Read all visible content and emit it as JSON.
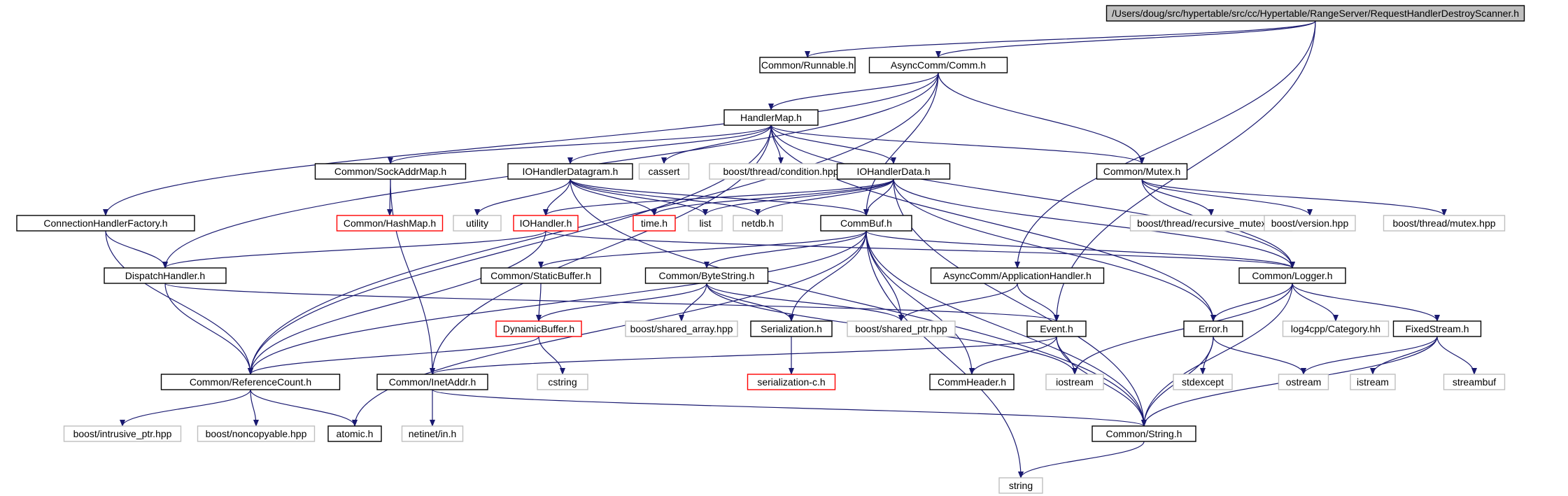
{
  "colors": {
    "edge": "#191970",
    "root_fill": "#bfbfbf",
    "local_border": "#000000",
    "system_border": "#bfbfbf",
    "system_text": "#808080",
    "undocumented_border": "#ff0000"
  },
  "nodes": [
    {
      "id": "root",
      "label": "/Users/doug/src/hypertable/src/cc/Hypertable/RangeServer/RequestHandlerDestroyScanner.h",
      "kind": "root"
    },
    {
      "id": "runnable",
      "label": "Common/Runnable.h",
      "kind": "local"
    },
    {
      "id": "comm",
      "label": "AsyncComm/Comm.h",
      "kind": "local"
    },
    {
      "id": "handlermap",
      "label": "HandlerMap.h",
      "kind": "local"
    },
    {
      "id": "sockaddrmap",
      "label": "Common/SockAddrMap.h",
      "kind": "local"
    },
    {
      "id": "iohdgram",
      "label": "IOHandlerDatagram.h",
      "kind": "local"
    },
    {
      "id": "cassert",
      "label": "cassert",
      "kind": "system"
    },
    {
      "id": "boostcond",
      "label": "boost/thread/condition.hpp",
      "kind": "system"
    },
    {
      "id": "iohdata",
      "label": "IOHandlerData.h",
      "kind": "local"
    },
    {
      "id": "mutex",
      "label": "Common/Mutex.h",
      "kind": "local"
    },
    {
      "id": "connhf",
      "label": "ConnectionHandlerFactory.h",
      "kind": "local"
    },
    {
      "id": "hashmap",
      "label": "Common/HashMap.h",
      "kind": "undocumented"
    },
    {
      "id": "utility",
      "label": "utility",
      "kind": "system"
    },
    {
      "id": "iohandler",
      "label": "IOHandler.h",
      "kind": "undocumented"
    },
    {
      "id": "timeh",
      "label": "time.h",
      "kind": "undocumented"
    },
    {
      "id": "list",
      "label": "list",
      "kind": "system"
    },
    {
      "id": "netdb",
      "label": "netdb.h",
      "kind": "system"
    },
    {
      "id": "commbuf",
      "label": "CommBuf.h",
      "kind": "local"
    },
    {
      "id": "recmutex",
      "label": "boost/thread/recursive_mutex.hpp",
      "kind": "system"
    },
    {
      "id": "boostver",
      "label": "boost/version.hpp",
      "kind": "system"
    },
    {
      "id": "boostmutex",
      "label": "boost/thread/mutex.hpp",
      "kind": "system"
    },
    {
      "id": "dispatch",
      "label": "DispatchHandler.h",
      "kind": "local"
    },
    {
      "id": "staticbuf",
      "label": "Common/StaticBuffer.h",
      "kind": "local"
    },
    {
      "id": "bytestring",
      "label": "Common/ByteString.h",
      "kind": "local"
    },
    {
      "id": "apphandler",
      "label": "AsyncComm/ApplicationHandler.h",
      "kind": "local"
    },
    {
      "id": "logger",
      "label": "Common/Logger.h",
      "kind": "local"
    },
    {
      "id": "dynbuf",
      "label": "DynamicBuffer.h",
      "kind": "undocumented"
    },
    {
      "id": "sharedarr",
      "label": "boost/shared_array.hpp",
      "kind": "system"
    },
    {
      "id": "serialization",
      "label": "Serialization.h",
      "kind": "local"
    },
    {
      "id": "sharedptr",
      "label": "boost/shared_ptr.hpp",
      "kind": "system"
    },
    {
      "id": "event",
      "label": "Event.h",
      "kind": "local"
    },
    {
      "id": "error",
      "label": "Error.h",
      "kind": "local"
    },
    {
      "id": "log4cpp",
      "label": "log4cpp/Category.hh",
      "kind": "system"
    },
    {
      "id": "fixedstream",
      "label": "FixedStream.h",
      "kind": "local"
    },
    {
      "id": "refcount",
      "label": "Common/ReferenceCount.h",
      "kind": "local"
    },
    {
      "id": "inetaddr",
      "label": "Common/InetAddr.h",
      "kind": "local"
    },
    {
      "id": "cstring",
      "label": "cstring",
      "kind": "system"
    },
    {
      "id": "serializationc",
      "label": "serialization-c.h",
      "kind": "undocumented"
    },
    {
      "id": "commheader",
      "label": "CommHeader.h",
      "kind": "local"
    },
    {
      "id": "iostream",
      "label": "iostream",
      "kind": "system"
    },
    {
      "id": "stdexcept",
      "label": "stdexcept",
      "kind": "system"
    },
    {
      "id": "ostream",
      "label": "ostream",
      "kind": "system"
    },
    {
      "id": "istream",
      "label": "istream",
      "kind": "system"
    },
    {
      "id": "streambuf",
      "label": "streambuf",
      "kind": "system"
    },
    {
      "id": "intrusive",
      "label": "boost/intrusive_ptr.hpp",
      "kind": "system"
    },
    {
      "id": "noncopyable",
      "label": "boost/noncopyable.hpp",
      "kind": "system"
    },
    {
      "id": "atomic",
      "label": "atomic.h",
      "kind": "local"
    },
    {
      "id": "netinet",
      "label": "netinet/in.h",
      "kind": "system"
    },
    {
      "id": "string_",
      "label": "Common/String.h",
      "kind": "local"
    },
    {
      "id": "stdstring",
      "label": "string",
      "kind": "system"
    }
  ],
  "edges": [
    [
      "root",
      "runnable"
    ],
    [
      "root",
      "comm"
    ],
    [
      "root",
      "apphandler"
    ],
    [
      "root",
      "event"
    ],
    [
      "comm",
      "handlermap"
    ],
    [
      "comm",
      "connhf"
    ],
    [
      "comm",
      "dispatch"
    ],
    [
      "comm",
      "refcount"
    ],
    [
      "comm",
      "mutex"
    ],
    [
      "comm",
      "commbuf"
    ],
    [
      "handlermap",
      "sockaddrmap"
    ],
    [
      "handlermap",
      "iohdgram"
    ],
    [
      "handlermap",
      "cassert"
    ],
    [
      "handlermap",
      "boostcond"
    ],
    [
      "handlermap",
      "iohdata"
    ],
    [
      "handlermap",
      "mutex"
    ],
    [
      "handlermap",
      "logger"
    ],
    [
      "handlermap",
      "error"
    ],
    [
      "handlermap",
      "refcount"
    ],
    [
      "handlermap",
      "inetaddr"
    ],
    [
      "sockaddrmap",
      "hashmap"
    ],
    [
      "sockaddrmap",
      "inetaddr"
    ],
    [
      "iohdgram",
      "utility"
    ],
    [
      "iohdgram",
      "iohandler"
    ],
    [
      "iohdgram",
      "timeh"
    ],
    [
      "iohdgram",
      "list"
    ],
    [
      "iohdgram",
      "netdb"
    ],
    [
      "iohdgram",
      "commbuf"
    ],
    [
      "iohdgram",
      "string_"
    ],
    [
      "iohdata",
      "iohandler"
    ],
    [
      "iohdata",
      "timeh"
    ],
    [
      "iohdata",
      "list"
    ],
    [
      "iohdata",
      "netdb"
    ],
    [
      "iohdata",
      "commbuf"
    ],
    [
      "iohdata",
      "logger"
    ],
    [
      "iohdata",
      "error"
    ],
    [
      "iohdata",
      "string_"
    ],
    [
      "mutex",
      "recmutex"
    ],
    [
      "mutex",
      "boostver"
    ],
    [
      "mutex",
      "boostmutex"
    ],
    [
      "mutex",
      "logger"
    ],
    [
      "connhf",
      "dispatch"
    ],
    [
      "connhf",
      "refcount"
    ],
    [
      "iohandler",
      "dispatch"
    ],
    [
      "iohandler",
      "refcount"
    ],
    [
      "iohandler",
      "logger"
    ],
    [
      "commbuf",
      "staticbuf"
    ],
    [
      "commbuf",
      "bytestring"
    ],
    [
      "commbuf",
      "serialization"
    ],
    [
      "commbuf",
      "sharedptr"
    ],
    [
      "commbuf",
      "refcount"
    ],
    [
      "commbuf",
      "atomic"
    ],
    [
      "commbuf",
      "logger"
    ],
    [
      "commbuf",
      "commheader"
    ],
    [
      "commbuf",
      "stdstring"
    ],
    [
      "commbuf",
      "string_"
    ],
    [
      "dispatch",
      "event"
    ],
    [
      "dispatch",
      "refcount"
    ],
    [
      "staticbuf",
      "dynbuf"
    ],
    [
      "bytestring",
      "dynbuf"
    ],
    [
      "bytestring",
      "sharedarr"
    ],
    [
      "bytestring",
      "serialization"
    ],
    [
      "bytestring",
      "sharedptr"
    ],
    [
      "bytestring",
      "iostream"
    ],
    [
      "apphandler",
      "sharedptr"
    ],
    [
      "apphandler",
      "event"
    ],
    [
      "logger",
      "error"
    ],
    [
      "logger",
      "log4cpp"
    ],
    [
      "logger",
      "fixedstream"
    ],
    [
      "logger",
      "iostream"
    ],
    [
      "logger",
      "string_"
    ],
    [
      "dynbuf",
      "refcount"
    ],
    [
      "dynbuf",
      "cstring"
    ],
    [
      "serialization",
      "serializationc"
    ],
    [
      "event",
      "inetaddr"
    ],
    [
      "event",
      "commheader"
    ],
    [
      "event",
      "iostream"
    ],
    [
      "event",
      "string_"
    ],
    [
      "error",
      "stdexcept"
    ],
    [
      "error",
      "ostream"
    ],
    [
      "error",
      "string_"
    ],
    [
      "fixedstream",
      "ostream"
    ],
    [
      "fixedstream",
      "istream"
    ],
    [
      "fixedstream",
      "streambuf"
    ],
    [
      "fixedstream",
      "string_"
    ],
    [
      "refcount",
      "intrusive"
    ],
    [
      "refcount",
      "noncopyable"
    ],
    [
      "refcount",
      "atomic"
    ],
    [
      "inetaddr",
      "netinet"
    ],
    [
      "inetaddr",
      "string_"
    ],
    [
      "string_",
      "stdstring"
    ]
  ]
}
